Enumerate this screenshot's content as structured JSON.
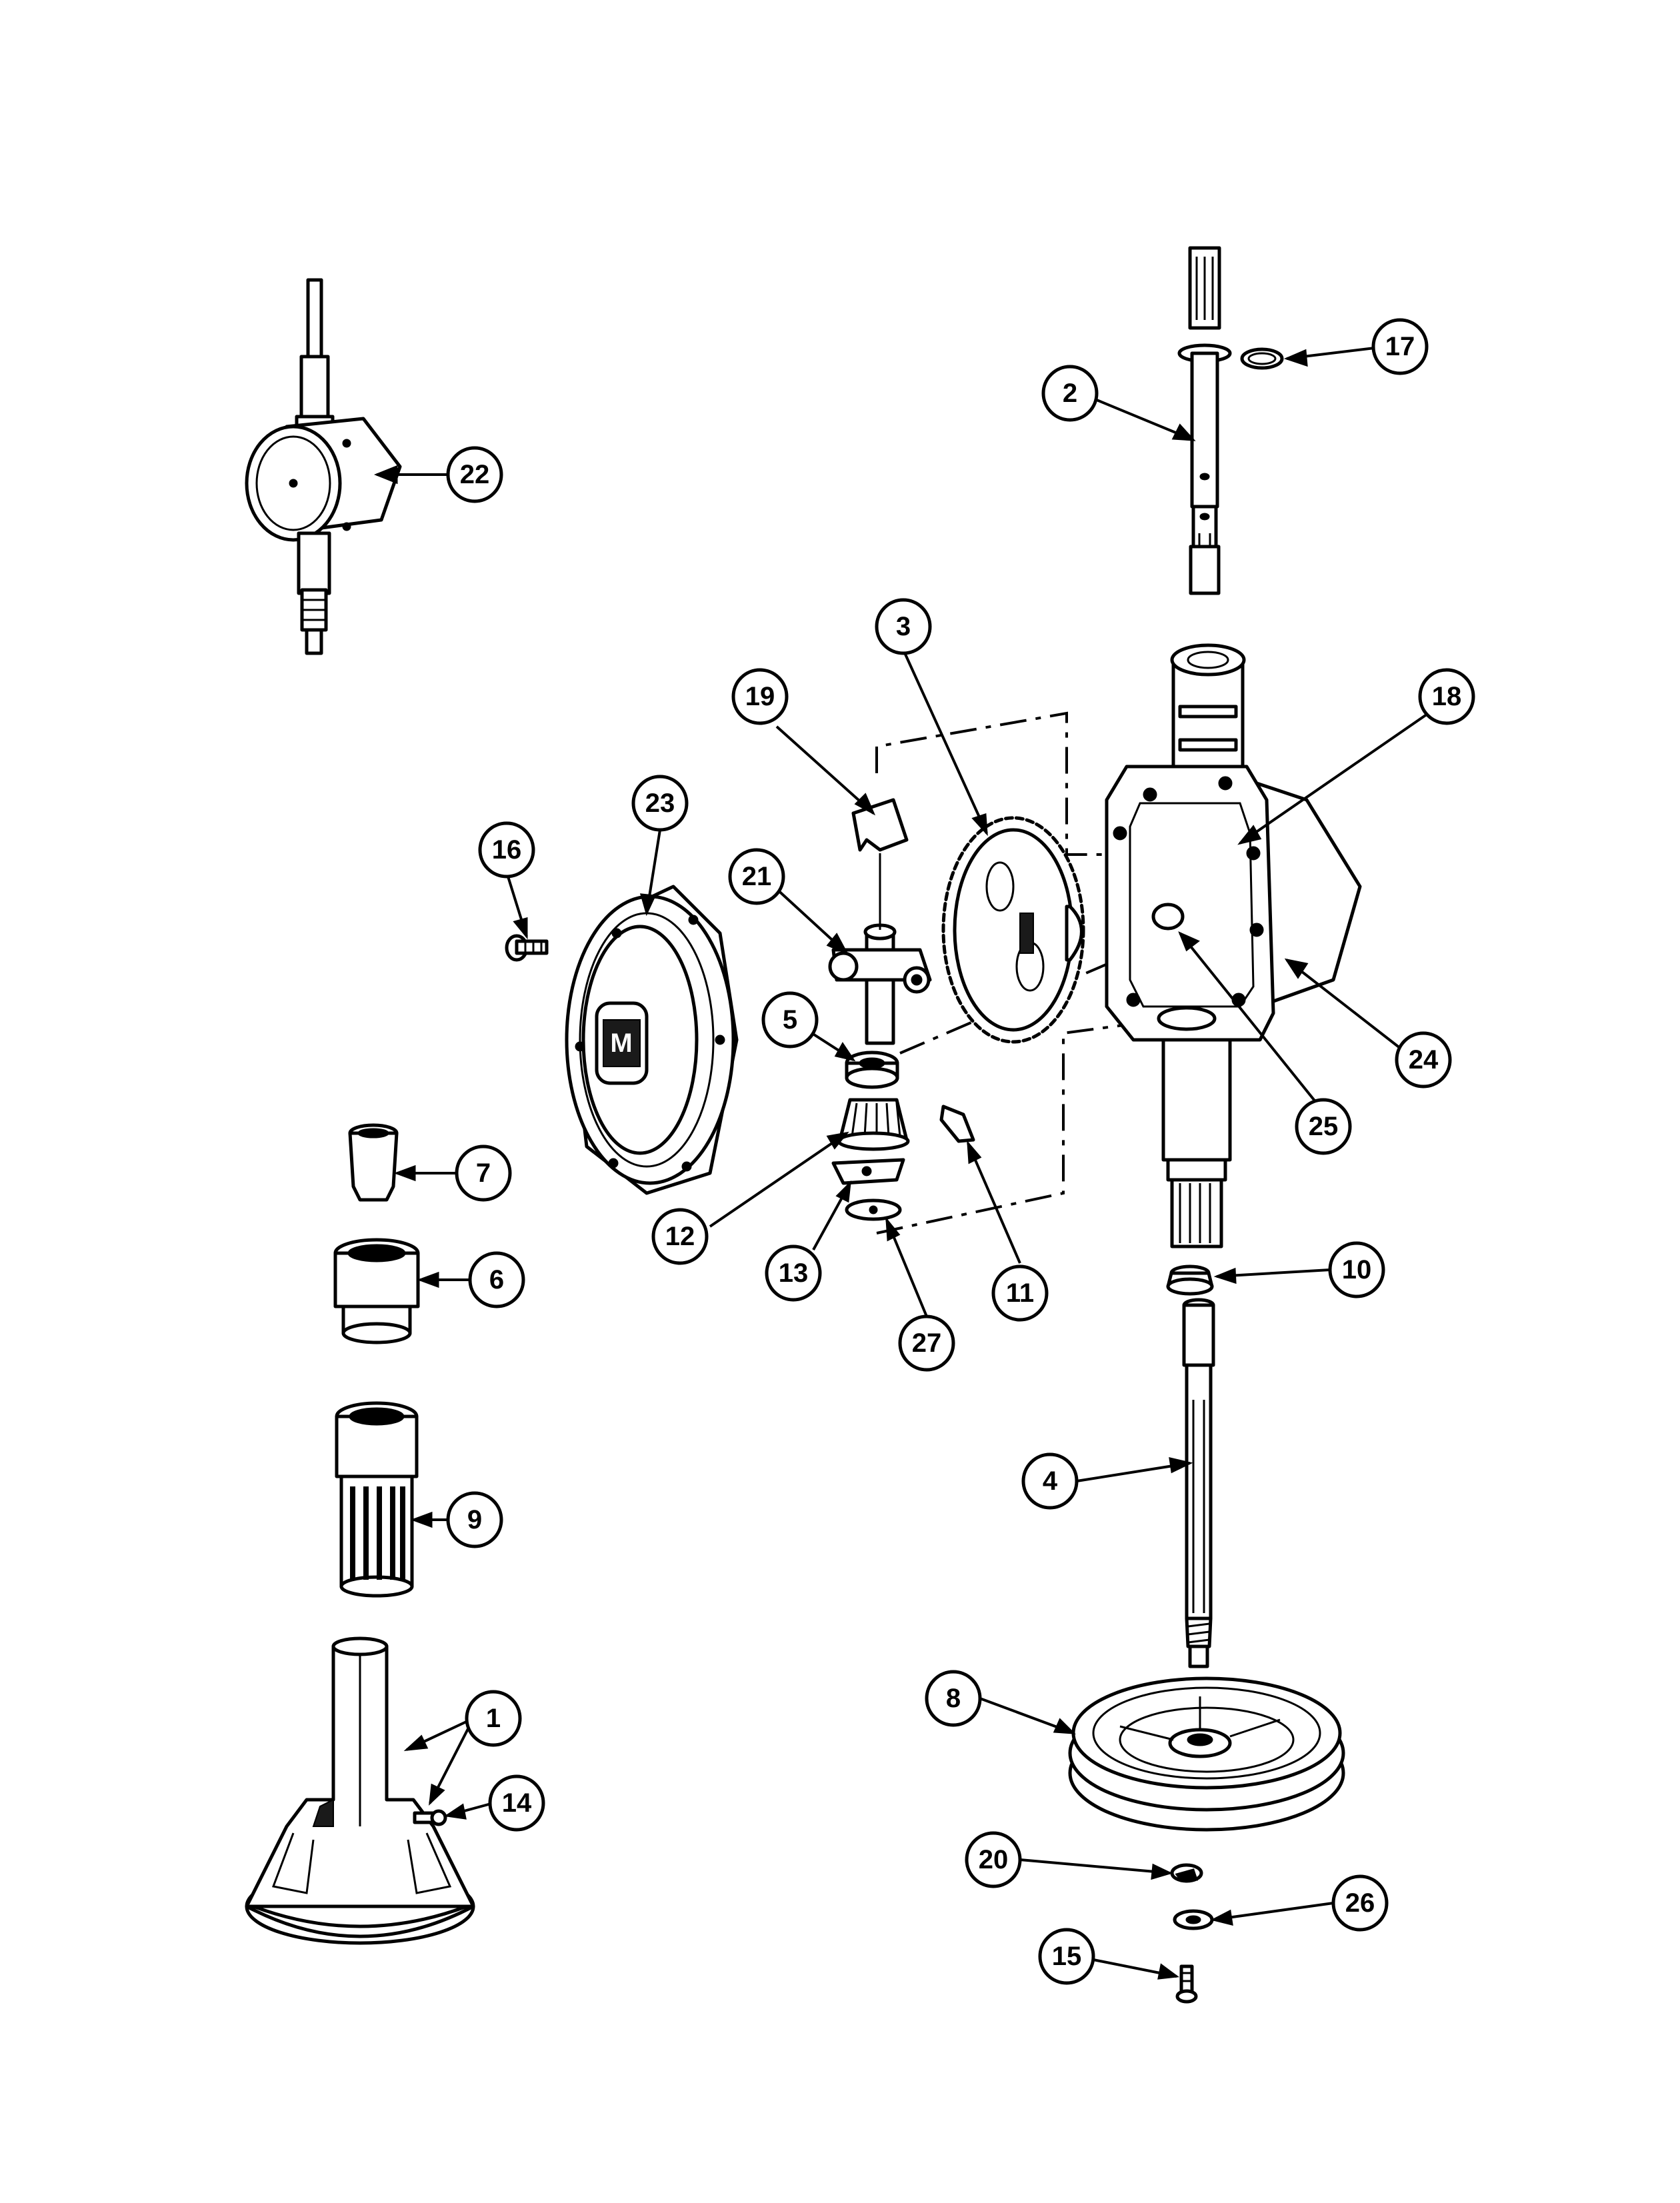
{
  "diagram": {
    "callouts": [
      {
        "id": "22",
        "label": "22"
      },
      {
        "id": "2",
        "label": "2"
      },
      {
        "id": "17",
        "label": "17"
      },
      {
        "id": "3",
        "label": "3"
      },
      {
        "id": "19",
        "label": "19"
      },
      {
        "id": "18",
        "label": "18"
      },
      {
        "id": "23",
        "label": "23"
      },
      {
        "id": "16",
        "label": "16"
      },
      {
        "id": "21",
        "label": "21"
      },
      {
        "id": "5",
        "label": "5"
      },
      {
        "id": "24",
        "label": "24"
      },
      {
        "id": "25",
        "label": "25"
      },
      {
        "id": "7",
        "label": "7"
      },
      {
        "id": "12",
        "label": "12"
      },
      {
        "id": "13",
        "label": "13"
      },
      {
        "id": "11",
        "label": "11"
      },
      {
        "id": "6",
        "label": "6"
      },
      {
        "id": "27",
        "label": "27"
      },
      {
        "id": "10",
        "label": "10"
      },
      {
        "id": "4",
        "label": "4"
      },
      {
        "id": "9",
        "label": "9"
      },
      {
        "id": "8",
        "label": "8"
      },
      {
        "id": "1",
        "label": "1"
      },
      {
        "id": "14",
        "label": "14"
      },
      {
        "id": "20",
        "label": "20"
      },
      {
        "id": "26",
        "label": "26"
      },
      {
        "id": "15",
        "label": "15"
      }
    ],
    "cover_logo_text": "M"
  }
}
